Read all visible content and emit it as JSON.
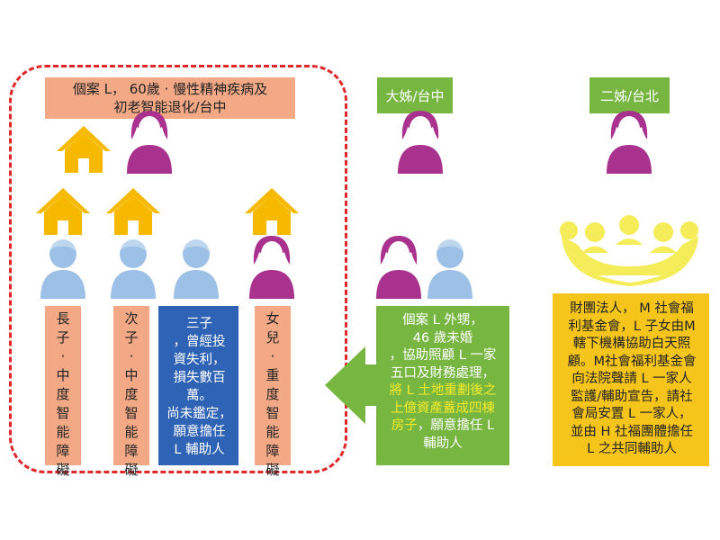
{
  "case_box": {
    "line1": "個案 L， 60歲 · 慢性精神疾病及",
    "line2": "初老智能退化/台中"
  },
  "sister1": {
    "label": "大姊/台中"
  },
  "sister2": {
    "label": "二姊/台北"
  },
  "children": [
    {
      "chars": [
        "長",
        "子",
        "·",
        "中",
        "度",
        "智",
        "能",
        "障",
        "礙"
      ]
    },
    {
      "chars": [
        "次",
        "子",
        "·",
        "中",
        "度",
        "智",
        "能",
        "障",
        "礙"
      ]
    },
    {
      "chars": [
        "女",
        "兒",
        "·",
        "重",
        "度",
        "智",
        "能",
        "障",
        "礙"
      ]
    }
  ],
  "third_son": {
    "lines": [
      "三子",
      "，曾經投",
      "資失利，",
      "損失數百",
      "萬。",
      "尚未鑑定，",
      "願意擔任",
      "L 輔助人"
    ]
  },
  "nephew": {
    "lines_before": [
      "個案 L 外甥，",
      "46 歲未婚",
      "，協助照顧 L 一家",
      "五口及財務處理，"
    ],
    "highlight": [
      "將 L 土地重劃後之",
      "上億資產蓋成四棟",
      "房子"
    ],
    "tail": "，願意擔任 L",
    "last": "輔助人"
  },
  "foundation": {
    "lines": [
      "財團法人， M 社會福",
      "利基金會，L 子女由M",
      "轄下機構協助白天照",
      "顧。M社會福利基金會",
      "向法院聲請 L 一家人",
      "監護/輔助宣告，請社",
      "會局安置 L 一家人，",
      "並由 H 社福團體擔任",
      "L 之共同輔助人"
    ]
  },
  "colors": {
    "frame": "#e0282b",
    "salmon": "#f4a986",
    "green": "#76b641",
    "blue": "#2f63b6",
    "yellow": "#f6c51c",
    "house": "#f6b900",
    "female": "#a8328e",
    "male": "#9dc1e6",
    "highlight": "#f6ea2a"
  }
}
